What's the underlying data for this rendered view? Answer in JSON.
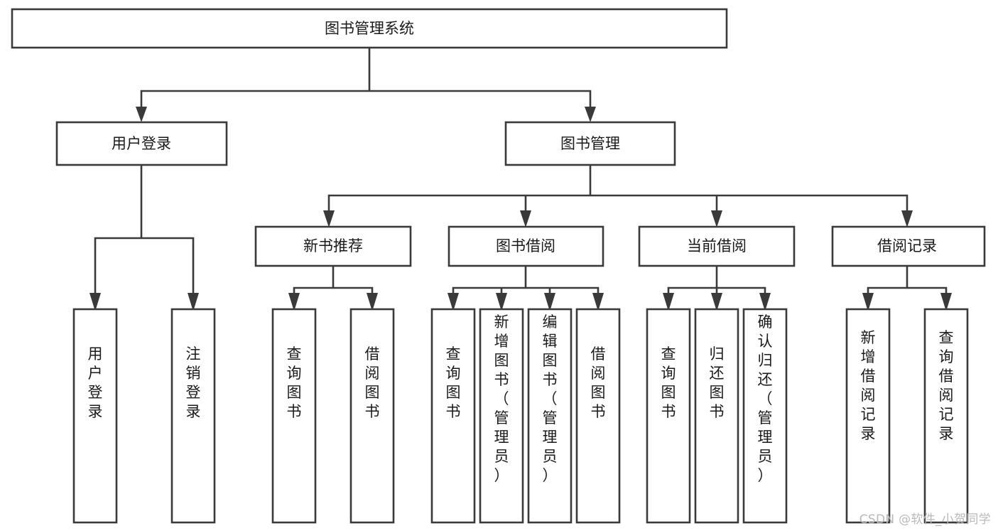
{
  "diagram": {
    "title": "图书管理系统",
    "type": "tree-hierarchy",
    "root": {
      "label": "图书管理系统",
      "orientation": "horizontal"
    },
    "level1": [
      {
        "label": "用户登录",
        "orientation": "horizontal"
      },
      {
        "label": "图书管理",
        "orientation": "horizontal"
      }
    ],
    "level2": [
      {
        "label": "新书推荐",
        "orientation": "horizontal"
      },
      {
        "label": "图书借阅",
        "orientation": "horizontal"
      },
      {
        "label": "当前借阅",
        "orientation": "horizontal"
      },
      {
        "label": "借阅记录",
        "orientation": "horizontal"
      }
    ],
    "leaves": {
      "user_login": [
        {
          "label": "用户登录",
          "orientation": "vertical"
        },
        {
          "label": "注销登录",
          "orientation": "vertical"
        }
      ],
      "new_book_recommend": [
        {
          "label": "查询图书",
          "orientation": "vertical"
        },
        {
          "label": "借阅图书",
          "orientation": "vertical"
        }
      ],
      "book_borrow": [
        {
          "label": "查询图书",
          "orientation": "vertical"
        },
        {
          "label": "新增图书（管理员）",
          "orientation": "vertical"
        },
        {
          "label": "编辑图书（管理员）",
          "orientation": "vertical"
        },
        {
          "label": "借阅图书",
          "orientation": "vertical"
        }
      ],
      "current_borrow": [
        {
          "label": "查询图书",
          "orientation": "vertical"
        },
        {
          "label": "归还图书",
          "orientation": "vertical"
        },
        {
          "label": "确认归还（管理员）",
          "orientation": "vertical"
        }
      ],
      "borrow_records": [
        {
          "label": "新增借阅记录",
          "orientation": "vertical"
        },
        {
          "label": "查询借阅记录",
          "orientation": "vertical"
        }
      ]
    },
    "colors": {
      "background": "#ffffff",
      "box_fill": "#ffffff",
      "box_stroke": "#3a3a3a",
      "text": "#1a1a1a",
      "watermark": "#b9b9b9"
    }
  },
  "watermark": {
    "text": "CSDN @软件_小贺同学"
  }
}
